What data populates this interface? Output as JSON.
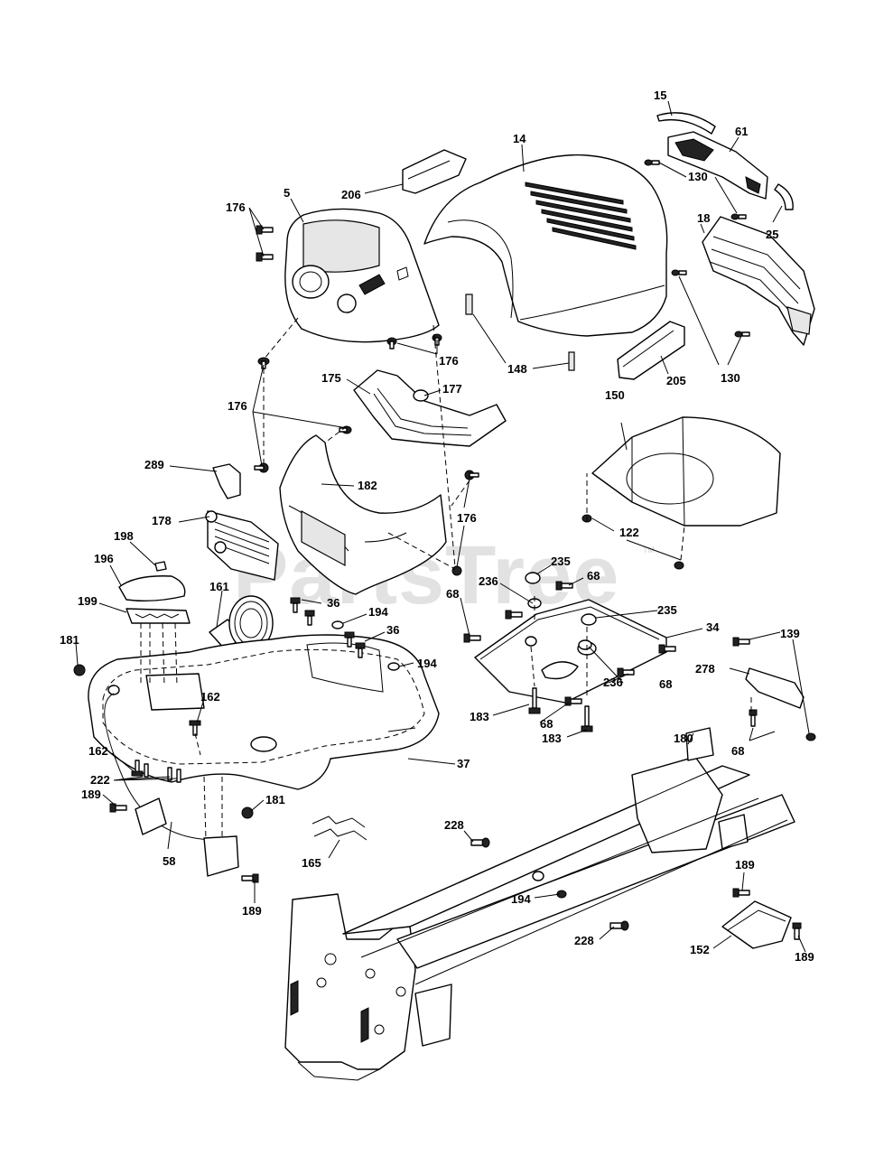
{
  "watermark": {
    "text": "PartsTree",
    "trademark": "TM"
  },
  "callouts": [
    {
      "id": "c15",
      "label": "15"
    },
    {
      "id": "c61",
      "label": "61"
    },
    {
      "id": "c14",
      "label": "14"
    },
    {
      "id": "c130a",
      "label": "130"
    },
    {
      "id": "c206",
      "label": "206"
    },
    {
      "id": "c5",
      "label": "5"
    },
    {
      "id": "c176a",
      "label": "176"
    },
    {
      "id": "c18",
      "label": "18"
    },
    {
      "id": "c25",
      "label": "25"
    },
    {
      "id": "c176b",
      "label": "176"
    },
    {
      "id": "c148",
      "label": "148"
    },
    {
      "id": "c205",
      "label": "205"
    },
    {
      "id": "c130b",
      "label": "130"
    },
    {
      "id": "c175",
      "label": "175"
    },
    {
      "id": "c177",
      "label": "177"
    },
    {
      "id": "c176c",
      "label": "176"
    },
    {
      "id": "c150",
      "label": "150"
    },
    {
      "id": "c289",
      "label": "289"
    },
    {
      "id": "c182",
      "label": "182"
    },
    {
      "id": "c176d",
      "label": "176"
    },
    {
      "id": "c178",
      "label": "178"
    },
    {
      "id": "c122",
      "label": "122"
    },
    {
      "id": "c198",
      "label": "198"
    },
    {
      "id": "c196",
      "label": "196"
    },
    {
      "id": "c235a",
      "label": "235"
    },
    {
      "id": "c236a",
      "label": "236"
    },
    {
      "id": "c68a",
      "label": "68"
    },
    {
      "id": "c161",
      "label": "161"
    },
    {
      "id": "c36a",
      "label": "36"
    },
    {
      "id": "c199",
      "label": "199"
    },
    {
      "id": "c68b",
      "label": "68"
    },
    {
      "id": "c235b",
      "label": "235"
    },
    {
      "id": "c194a",
      "label": "194"
    },
    {
      "id": "c34",
      "label": "34"
    },
    {
      "id": "c36b",
      "label": "36"
    },
    {
      "id": "c139",
      "label": "139"
    },
    {
      "id": "c181a",
      "label": "181"
    },
    {
      "id": "c194b",
      "label": "194"
    },
    {
      "id": "c278",
      "label": "278"
    },
    {
      "id": "c236b",
      "label": "236"
    },
    {
      "id": "c68c",
      "label": "68"
    },
    {
      "id": "c162a",
      "label": "162"
    },
    {
      "id": "c183a",
      "label": "183"
    },
    {
      "id": "c68d",
      "label": "68"
    },
    {
      "id": "c68e",
      "label": "68"
    },
    {
      "id": "c183b",
      "label": "183"
    },
    {
      "id": "c180",
      "label": "180"
    },
    {
      "id": "c162b",
      "label": "162"
    },
    {
      "id": "c37",
      "label": "37"
    },
    {
      "id": "c222",
      "label": "222"
    },
    {
      "id": "c189a",
      "label": "189"
    },
    {
      "id": "c181b",
      "label": "181"
    },
    {
      "id": "c228a",
      "label": "228"
    },
    {
      "id": "c58",
      "label": "58"
    },
    {
      "id": "c165",
      "label": "165"
    },
    {
      "id": "c189b",
      "label": "189"
    },
    {
      "id": "c194c",
      "label": "194"
    },
    {
      "id": "c189c",
      "label": "189"
    },
    {
      "id": "c228b",
      "label": "228"
    },
    {
      "id": "c152",
      "label": "152"
    },
    {
      "id": "c189d",
      "label": "189"
    }
  ]
}
